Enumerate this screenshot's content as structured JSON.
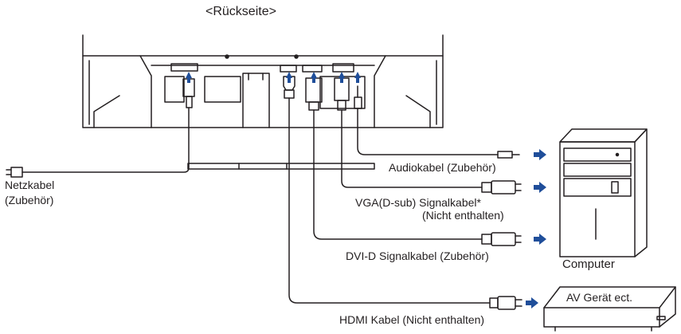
{
  "title": "<Rückseite>",
  "labels": {
    "power_cable": "Netzkabel",
    "power_cable_note": "(Zubehör)",
    "audio_cable": "Audiokabel (Zubehör)",
    "vga_cable": "VGA(D-sub) Signalkabel*",
    "vga_cable_note": "(Nicht enthalten)",
    "dvi_cable": "DVI-D Signalkabel (Zubehör)",
    "hdmi_cable": "HDMI  Kabel (Nicht enthalten)",
    "computer": "Computer",
    "av_device": "AV Gerät ect."
  },
  "colors": {
    "line": "#231f20",
    "arrow": "#1f4e9a",
    "background": "#ffffff"
  }
}
